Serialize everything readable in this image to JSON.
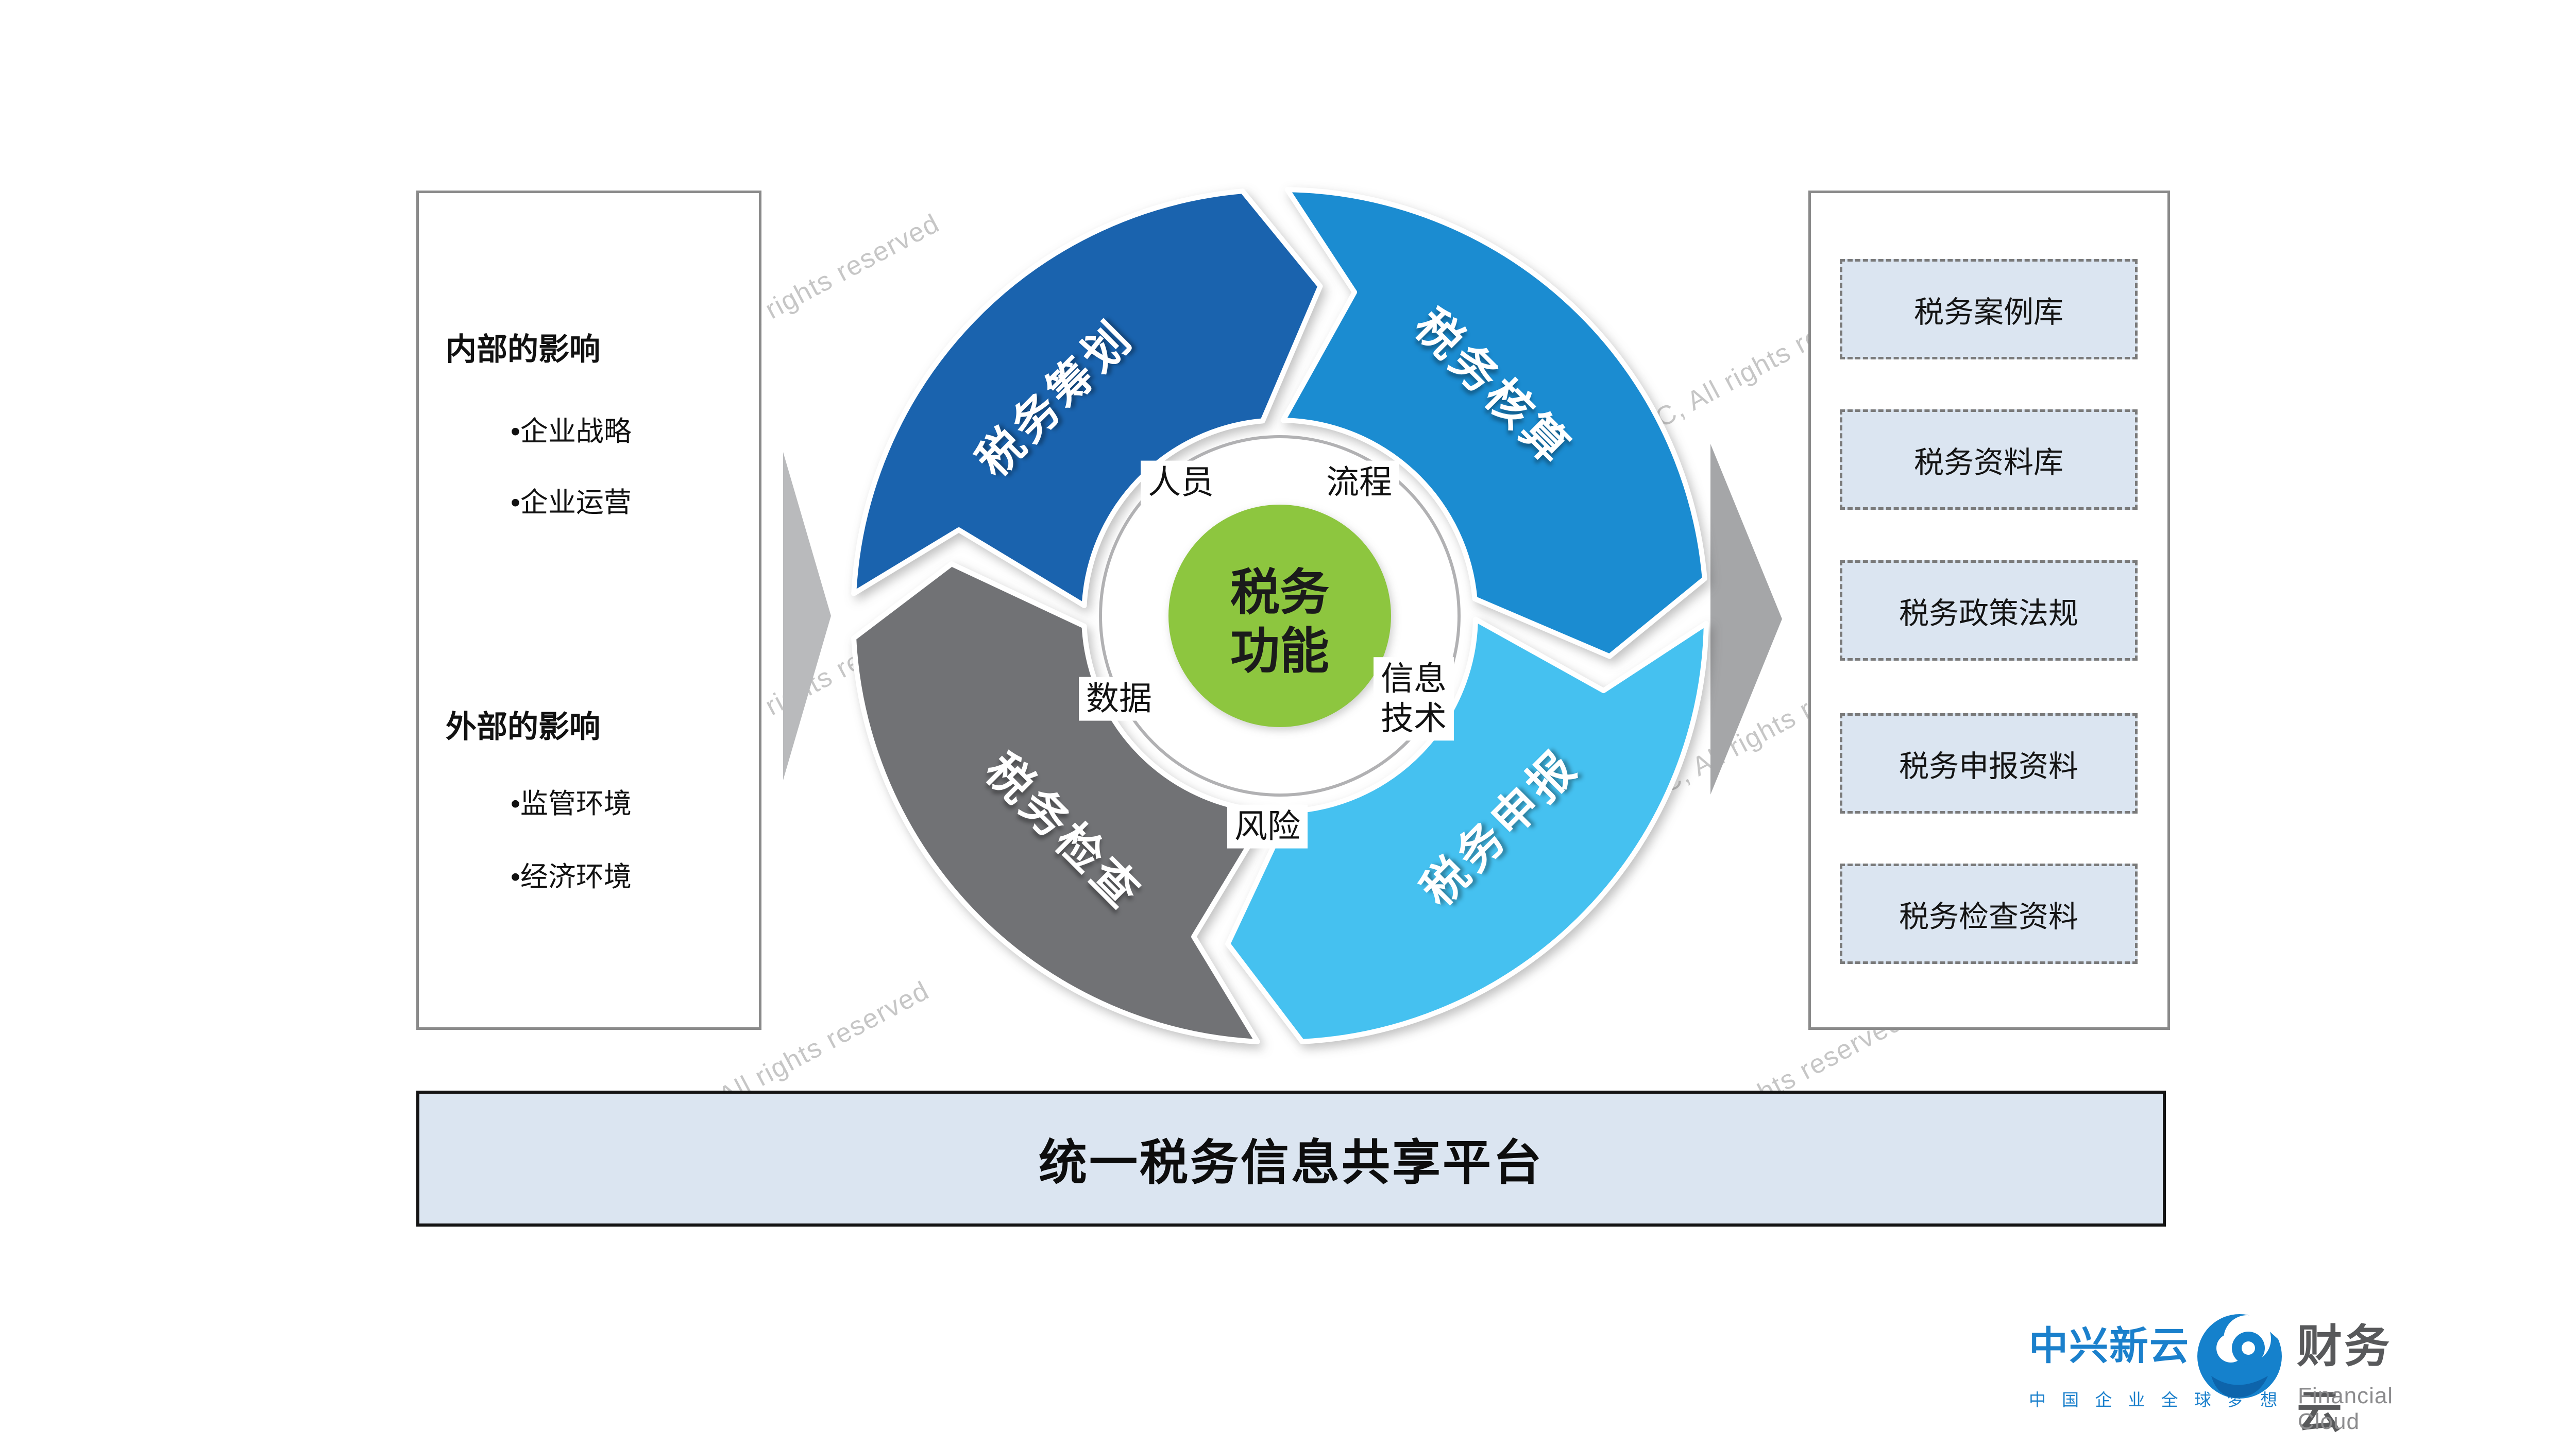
{
  "banner": {
    "text": "统一税务信息共享平台"
  },
  "watermark": {
    "text": "© ZXSSC, All rights reserved"
  },
  "left_panel": {
    "groups": [
      {
        "title": "内部的影响",
        "items": [
          "•企业战略",
          "•企业运营"
        ]
      },
      {
        "title": "外部的影响",
        "items": [
          "•监管环境",
          "•经济环境"
        ]
      }
    ]
  },
  "right_panel": {
    "items": [
      "税务案例库",
      "税务资料库",
      "税务政策法规",
      "税务申报资料",
      "税务检查资料"
    ]
  },
  "diagram": {
    "center_lines": [
      "税务",
      "功能"
    ],
    "center_color": "#8DC63F",
    "ring_color": "#B1B1B3",
    "segments": [
      {
        "label": "税务筹划",
        "color": "#1A63AE",
        "start": 183,
        "end": 265,
        "label_angle": 224,
        "label_rotate": -45
      },
      {
        "label": "税务核算",
        "color": "#1B8CD1",
        "start": 271,
        "end": 355,
        "label_angle": 313,
        "label_rotate": 45
      },
      {
        "label": "税务申报",
        "color": "#45C1F0",
        "start": 1,
        "end": 87,
        "label_angle": 44,
        "label_rotate": -45
      },
      {
        "label": "税务检查",
        "color": "#717275",
        "start": 93,
        "end": 177,
        "label_angle": 135,
        "label_rotate": 45
      }
    ],
    "ring_labels": [
      {
        "text": "人员"
      },
      {
        "text": "流程"
      },
      {
        "text": "数据"
      },
      {
        "text": "信息\n技术"
      },
      {
        "text": "风险"
      }
    ]
  },
  "logo": {
    "brand": "中兴新云",
    "brand_tagline": "中 国 企 业  全 球 梦 想",
    "product": "财务云",
    "product_tagline": "Financial Cloud"
  }
}
